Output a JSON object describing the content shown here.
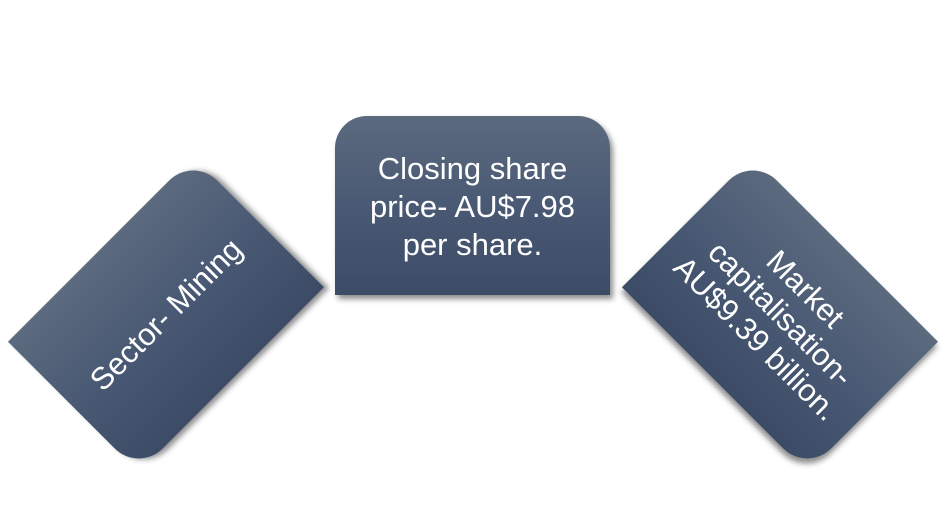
{
  "cards": {
    "left": {
      "label": "Sector- Mining"
    },
    "center": {
      "label": "Closing share price- AU$7.98 per share."
    },
    "right": {
      "label": "Market capitalisation- AU$9.39 billion."
    }
  },
  "colors": {
    "card_top": "#5c6a7e",
    "card_bottom": "#3c4c66",
    "text": "#ffffff",
    "background": "#ffffff"
  }
}
